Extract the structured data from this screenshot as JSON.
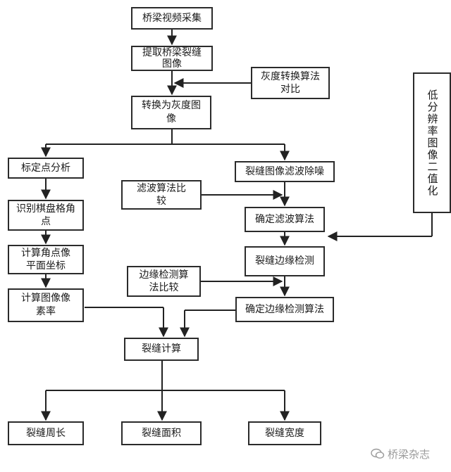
{
  "nodes": {
    "collect": "桥梁视频采集",
    "extract": "提取桥梁裂缝\n图像",
    "gray_compare": "灰度转换算法\n对比",
    "to_gray": "转换为灰度图\n像",
    "calib": "标定点分析",
    "denoise": "裂缝图像滤波除噪",
    "filter_compare": "滤波算法比\n较",
    "low_res": "低分辨率图像二值化",
    "chessboard": "识别棋盘格角\n点",
    "filter_confirm": "确定滤波算法",
    "corner_coords": "计算角点像\n平面坐标",
    "edge_detect": "裂缝边缘检测",
    "edge_compare": "边缘检测算\n法比较",
    "pixel_ratio": "计算图像像\n素率",
    "edge_confirm": "确定边缘检测算法",
    "crack_calc": "裂缝计算",
    "perimeter": "裂缝周长",
    "area": "裂缝面积",
    "width": "裂缝宽度"
  },
  "watermark": "桥梁杂志"
}
